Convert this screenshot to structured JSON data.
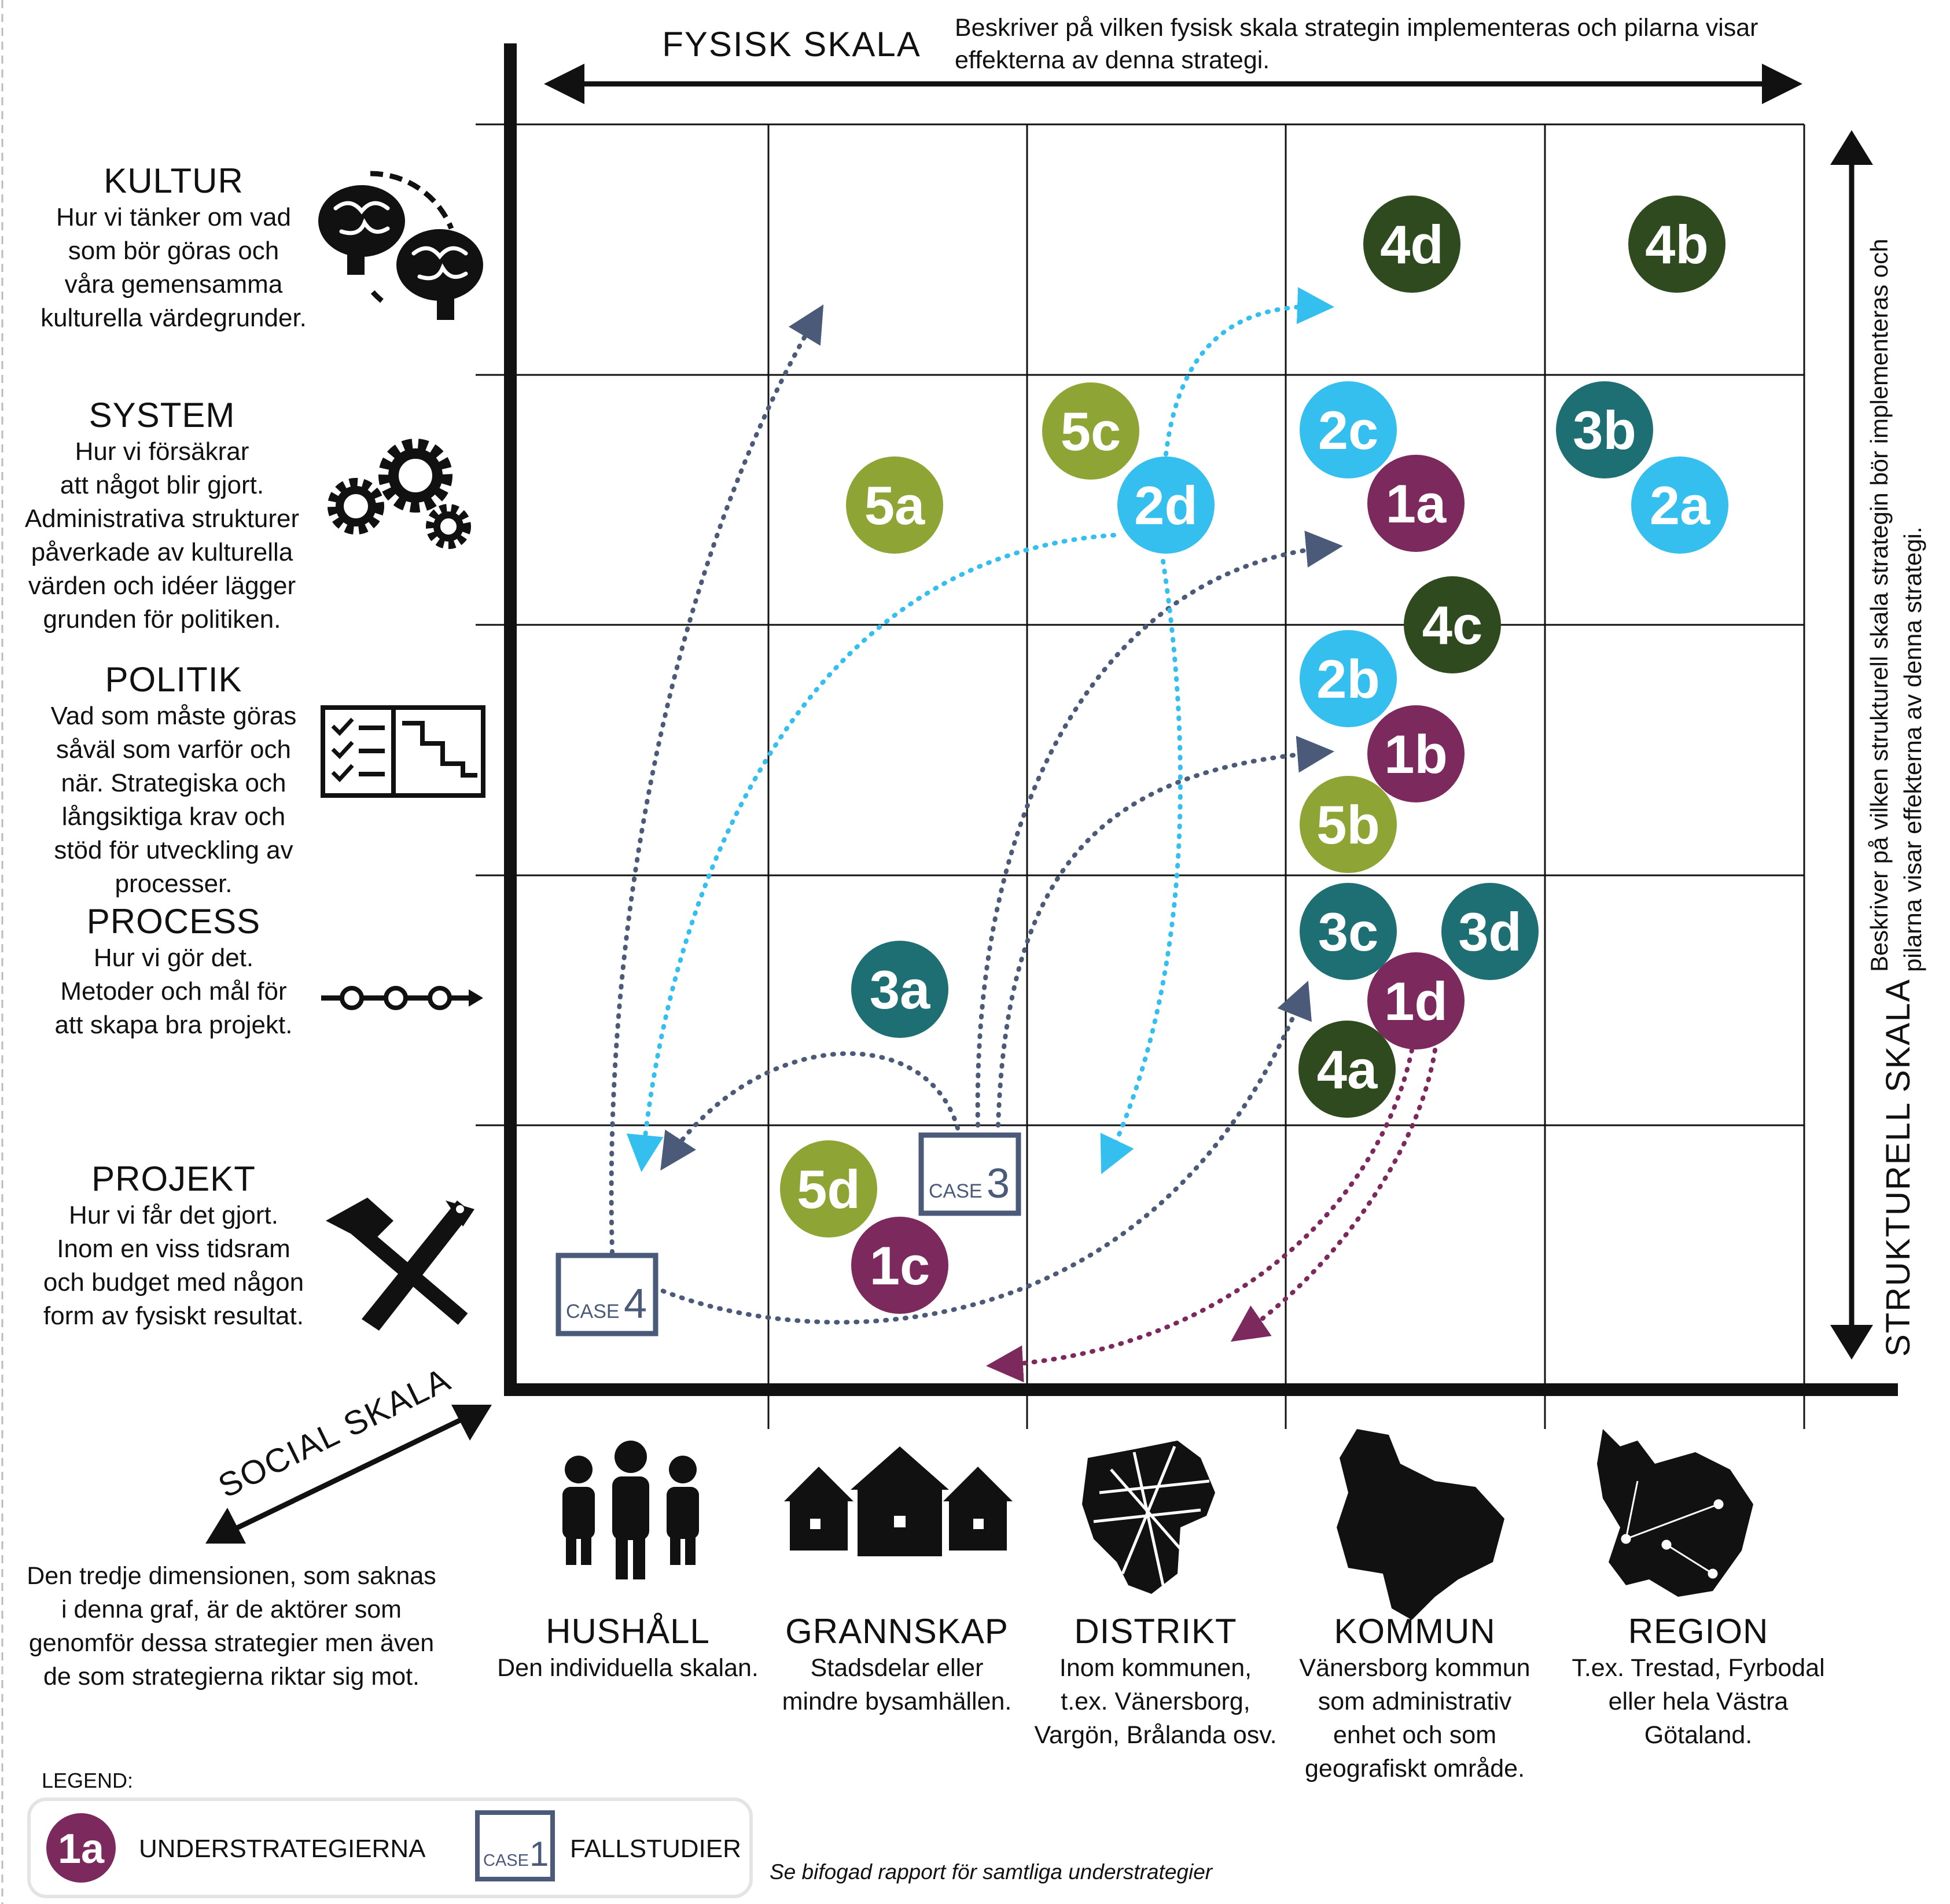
{
  "axes": {
    "fysisk": {
      "label": "FYSISK SKALA",
      "description": "Beskriver på vilken fysisk skala strategin implementeras och pilarna visar effekterna av denna strategi.",
      "description_lines": [
        "Beskriver på vilken fysisk skala strategin implementeras och pilarna visar",
        "effekterna av denna strategi."
      ]
    },
    "strukturell": {
      "label": "STRUKTURELL SKALA",
      "description_lines": [
        "Beskriver på vilken strukturell skala strategin bör implementeras och",
        "pilarna visar effekterna av denna strategi."
      ]
    },
    "social": {
      "label": "SOCIAL SKALA",
      "description_lines": [
        "Den tredje dimensionen, som saknas",
        "i denna graf, är de aktörer som",
        "genomför dessa strategier men även",
        "de som strategierna riktar sig mot."
      ]
    }
  },
  "rows": [
    {
      "title": "KULTUR",
      "icon": "brains-icon",
      "lines": [
        "Hur vi tänker om vad",
        "som bör göras och",
        "våra gemensamma",
        "kulturella värdegrunder."
      ]
    },
    {
      "title": "SYSTEM",
      "icon": "gears-icon",
      "lines": [
        "Hur vi försäkrar",
        "att något blir gjort.",
        "Administrativa strukturer",
        "påverkade av kulturella",
        "värden och idéer lägger",
        "grunden för politiken."
      ]
    },
    {
      "title": "POLITIK",
      "icon": "checklist-icon",
      "lines": [
        "Vad som måste göras",
        "såväl som varför och",
        "när. Strategiska och",
        "långsiktiga krav och",
        "stöd för utveckling av",
        "processer."
      ]
    },
    {
      "title": "PROCESS",
      "icon": "process-icon",
      "lines": [
        "Hur vi gör det.",
        "Metoder och mål för",
        "att skapa bra projekt."
      ]
    },
    {
      "title": "PROJEKT",
      "icon": "tools-icon",
      "lines": [
        "Hur vi får det gjort.",
        "Inom en viss tidsram",
        "och budget med någon",
        "form av fysiskt resultat."
      ]
    }
  ],
  "columns": [
    {
      "title": "HUSHÅLL",
      "icon": "people-icon",
      "lines": [
        "Den individuella skalan."
      ]
    },
    {
      "title": "GRANNSKAP",
      "icon": "houses-icon",
      "lines": [
        "Stadsdelar eller",
        "mindre bysamhällen."
      ]
    },
    {
      "title": "DISTRIKT",
      "icon": "district-map-icon",
      "lines": [
        "Inom kommunen,",
        "t.ex. Vänersborg,",
        "Vargön, Brålanda osv."
      ]
    },
    {
      "title": "KOMMUN",
      "icon": "municipality-map-icon",
      "lines": [
        "Vänersborg kommun",
        "som administrativ",
        "enhet och som",
        "geografiskt område."
      ]
    },
    {
      "title": "REGION",
      "icon": "region-map-icon",
      "lines": [
        "T.ex. Trestad, Fyrbodal",
        "eller hela Västra",
        "Götaland."
      ]
    }
  ],
  "colors": {
    "strategy_1": "#7c2a5e",
    "strategy_2": "#35bfee",
    "strategy_3": "#1e6f73",
    "strategy_4": "#2f4a1e",
    "strategy_5": "#8ea535",
    "case": "#4a5a78",
    "axis": "#111111"
  },
  "strategies": [
    {
      "label": "4d",
      "group": 4,
      "col": 3,
      "row": 0
    },
    {
      "label": "4b",
      "group": 4,
      "col": 4,
      "row": 0
    },
    {
      "label": "5c",
      "group": 5,
      "col": 2,
      "row": 1
    },
    {
      "label": "5a",
      "group": 5,
      "col": 1,
      "row": 1
    },
    {
      "label": "2d",
      "group": 2,
      "col": 2,
      "row": 1
    },
    {
      "label": "2c",
      "group": 2,
      "col": 3,
      "row": 1
    },
    {
      "label": "1a",
      "group": 1,
      "col": 3,
      "row": 1
    },
    {
      "label": "3b",
      "group": 3,
      "col": 4,
      "row": 1
    },
    {
      "label": "2a",
      "group": 2,
      "col": 4,
      "row": 1
    },
    {
      "label": "4c",
      "group": 4,
      "col": 3,
      "row": 2
    },
    {
      "label": "2b",
      "group": 2,
      "col": 3,
      "row": 2
    },
    {
      "label": "1b",
      "group": 1,
      "col": 3,
      "row": 2
    },
    {
      "label": "5b",
      "group": 5,
      "col": 3,
      "row": 2
    },
    {
      "label": "3a",
      "group": 3,
      "col": 1,
      "row": 3
    },
    {
      "label": "3c",
      "group": 3,
      "col": 3,
      "row": 3
    },
    {
      "label": "3d",
      "group": 3,
      "col": 3,
      "row": 3
    },
    {
      "label": "1d",
      "group": 1,
      "col": 3,
      "row": 3
    },
    {
      "label": "4a",
      "group": 4,
      "col": 3,
      "row": 3
    },
    {
      "label": "5d",
      "group": 5,
      "col": 1,
      "row": 4
    },
    {
      "label": "1c",
      "group": 1,
      "col": 1,
      "row": 4
    }
  ],
  "cases": [
    {
      "prefix": "CASE",
      "number": "3",
      "col": 1,
      "row": 4
    },
    {
      "prefix": "CASE",
      "number": "4",
      "col": 0,
      "row": 4
    }
  ],
  "legend": {
    "heading": "LEGEND:",
    "strategy_example": "1a",
    "strategy_label": "UNDERSTRATEGIERNA",
    "case_prefix": "CASE",
    "case_number": "1",
    "case_label": "FALLSTUDIER"
  },
  "footnote": "Se bifogad rapport för samtliga understrategier"
}
